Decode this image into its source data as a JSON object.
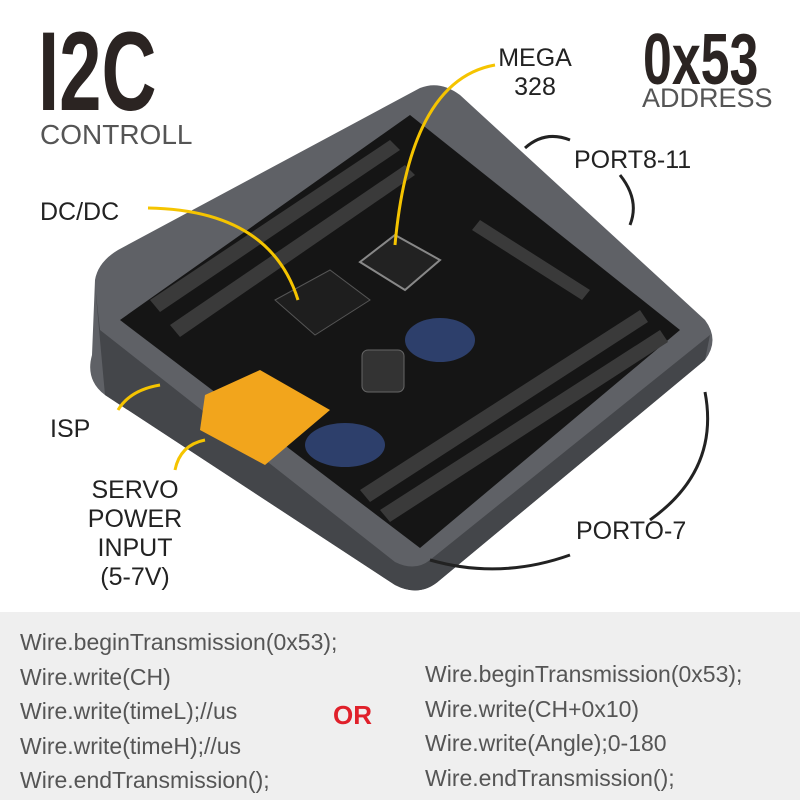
{
  "title": {
    "main": "I2C",
    "sub": "CONTROLL"
  },
  "address": {
    "value": "0x53",
    "label": "ADDRESS"
  },
  "callouts": {
    "mcu": [
      "MEGA",
      "328"
    ],
    "dcdc": "DC/DC",
    "port_high": "PORT8-11",
    "isp": "ISP",
    "servo_power": [
      "SERVO",
      "POWER",
      "INPUT",
      "(5-7V)"
    ],
    "port_low": "PORTO-7"
  },
  "code": {
    "left": [
      "Wire.beginTransmission(0x53);",
      "Wire.write(CH)",
      "Wire.write(timeL);//us",
      "Wire.write(timeH);//us",
      "Wire.endTransmission();"
    ],
    "separator": "OR",
    "right": [
      "Wire.beginTransmission(0x53);",
      "Wire.write(CH+0x10)",
      "Wire.write(Angle);0-180",
      "Wire.endTransmission();"
    ]
  },
  "colors": {
    "accent_arrow": "#f5c400",
    "or_text": "#e0202a",
    "case": "#5f6166",
    "pcb": "#151515",
    "connector": "#f2a51c"
  }
}
